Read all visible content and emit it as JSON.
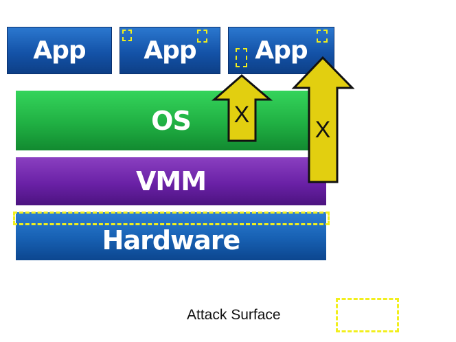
{
  "apps": [
    "App",
    "App",
    "App"
  ],
  "layers": {
    "os": "OS",
    "vmm": "VMM",
    "hardware": "Hardware"
  },
  "arrows": [
    "X",
    "X"
  ],
  "legend": {
    "label": "Attack Surface"
  },
  "colors": {
    "app": "#1453a8",
    "os": "#20b043",
    "vmm": "#6a21a6",
    "hardware": "#1760b2",
    "attack_surface": "#f2ef1c",
    "arrow_fill": "#e2cf10"
  }
}
